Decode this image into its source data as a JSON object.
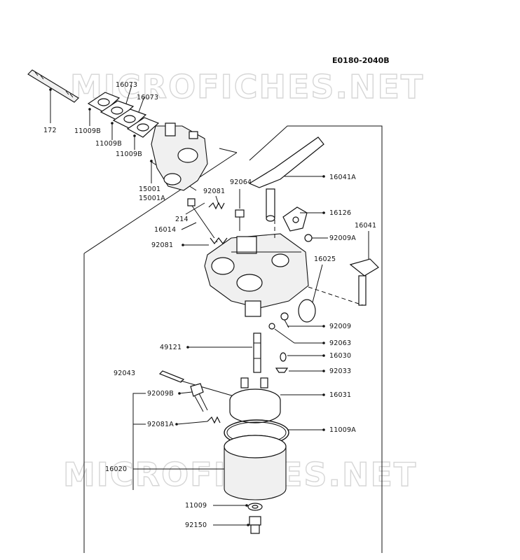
{
  "diagram": {
    "code": "E0180-2040B",
    "watermark": "MICROFICHES.NET",
    "labels": {
      "l16073a": "16073",
      "l16073b": "16073",
      "l172": "172",
      "l11009b1": "11009B",
      "l11009b2": "11009B",
      "l11009b3": "11009B",
      "l15001": "15001",
      "l15001a": "15001A",
      "l92081a": "92081",
      "l92064": "92064",
      "l16041a": "16041A",
      "l214": "214",
      "l16014": "16014",
      "l92081b": "92081",
      "l16126": "16126",
      "l92009a": "92009A",
      "l16041": "16041",
      "l16025": "16025",
      "l92009": "92009",
      "l92063": "92063",
      "l49121": "49121",
      "l16030": "16030",
      "l92033": "92033",
      "l92043": "92043",
      "l92009b": "92009B",
      "l16031": "16031",
      "l92081c": "92081A",
      "l11009a": "11009A",
      "l16020": "16020",
      "l11009": "11009",
      "l92150": "92150"
    }
  }
}
